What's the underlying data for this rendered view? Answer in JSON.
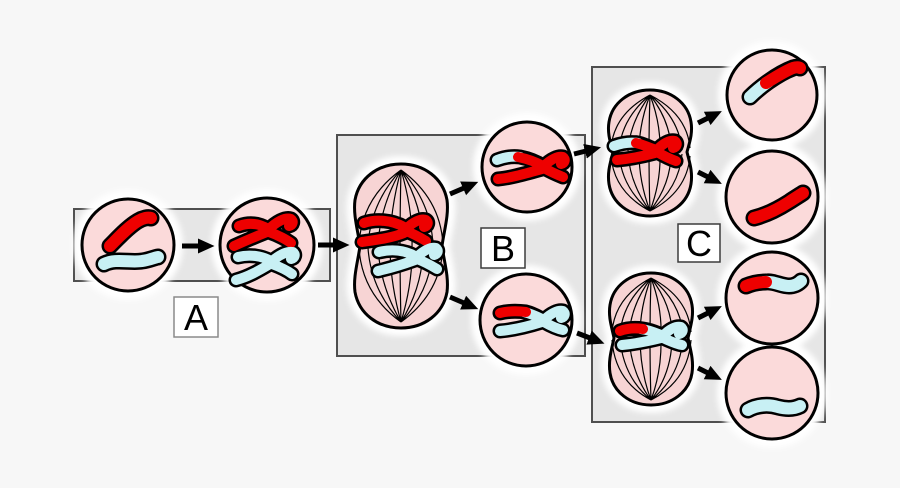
{
  "diagram": {
    "stage_labels": {
      "a": "A",
      "b": "B",
      "c": "C"
    },
    "colors": {
      "background": "#f7f7f7",
      "box_fill": "#e6e6e6",
      "box_border": "#4f4f4f",
      "cell_fill": "#fbdada",
      "spindle_fill": "#f7d4d4",
      "chromosome_red": "#ee0000",
      "chromosome_cyan": "#c8f0f4",
      "outline": "#000000",
      "halo": "#ffffff",
      "arrow": "#000000",
      "label_box_fill": "#ffffff",
      "label_text": "#000000"
    }
  }
}
